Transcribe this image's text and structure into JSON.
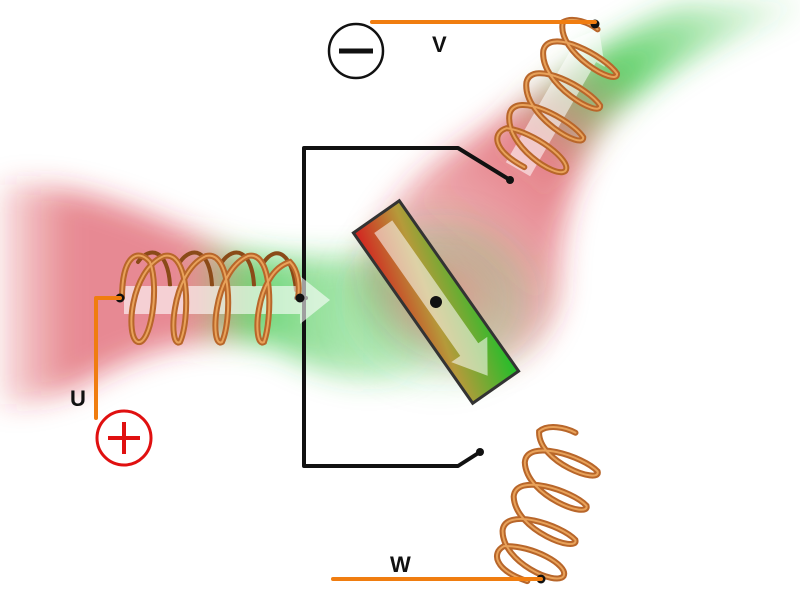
{
  "labels": {
    "u": "U",
    "v": "V",
    "w": "W"
  },
  "terminals": {
    "positive": {
      "symbol": "plus",
      "color": "#e01010"
    },
    "negative": {
      "symbol": "minus",
      "color": "#111111"
    }
  },
  "colors": {
    "field_red": "#d42c38",
    "field_green": "#2fc23b",
    "coil_copper": "#b8662a",
    "coil_highlight": "#e8a25a",
    "lead_wire": "#f07d10",
    "star_frame": "#111111"
  },
  "icons": [
    "coil-icon",
    "rotor-magnet-icon",
    "field-arrow-icon"
  ]
}
